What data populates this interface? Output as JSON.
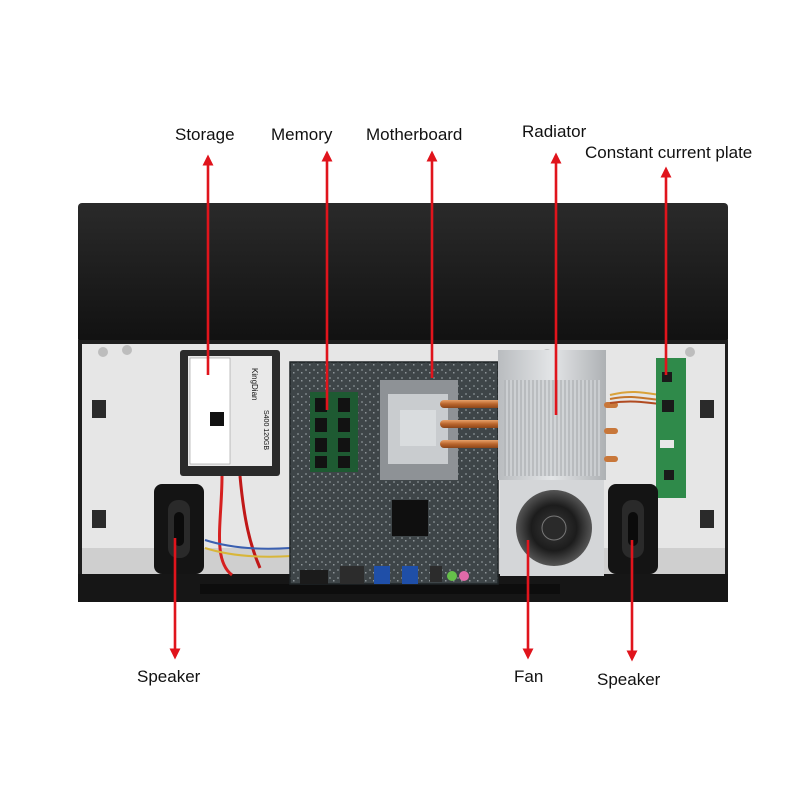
{
  "labels": {
    "storage": "Storage",
    "memory": "Memory",
    "motherboard": "Motherboard",
    "radiator": "Radiator",
    "constant_current_plate": "Constant current plate",
    "speaker_left": "Speaker",
    "fan": "Fan",
    "speaker_right": "Speaker"
  },
  "ssd_label": {
    "brand": "KingDian",
    "model": "S400 120GB"
  },
  "colors": {
    "arrow": "#e0141c",
    "chassis_top": "#1a1a1a",
    "tray": "#e6e6e6",
    "pcb": "#3e4548",
    "heatsink": "#c9cccf",
    "copper": "#c8773a",
    "led_board": "#2f8a4a"
  }
}
